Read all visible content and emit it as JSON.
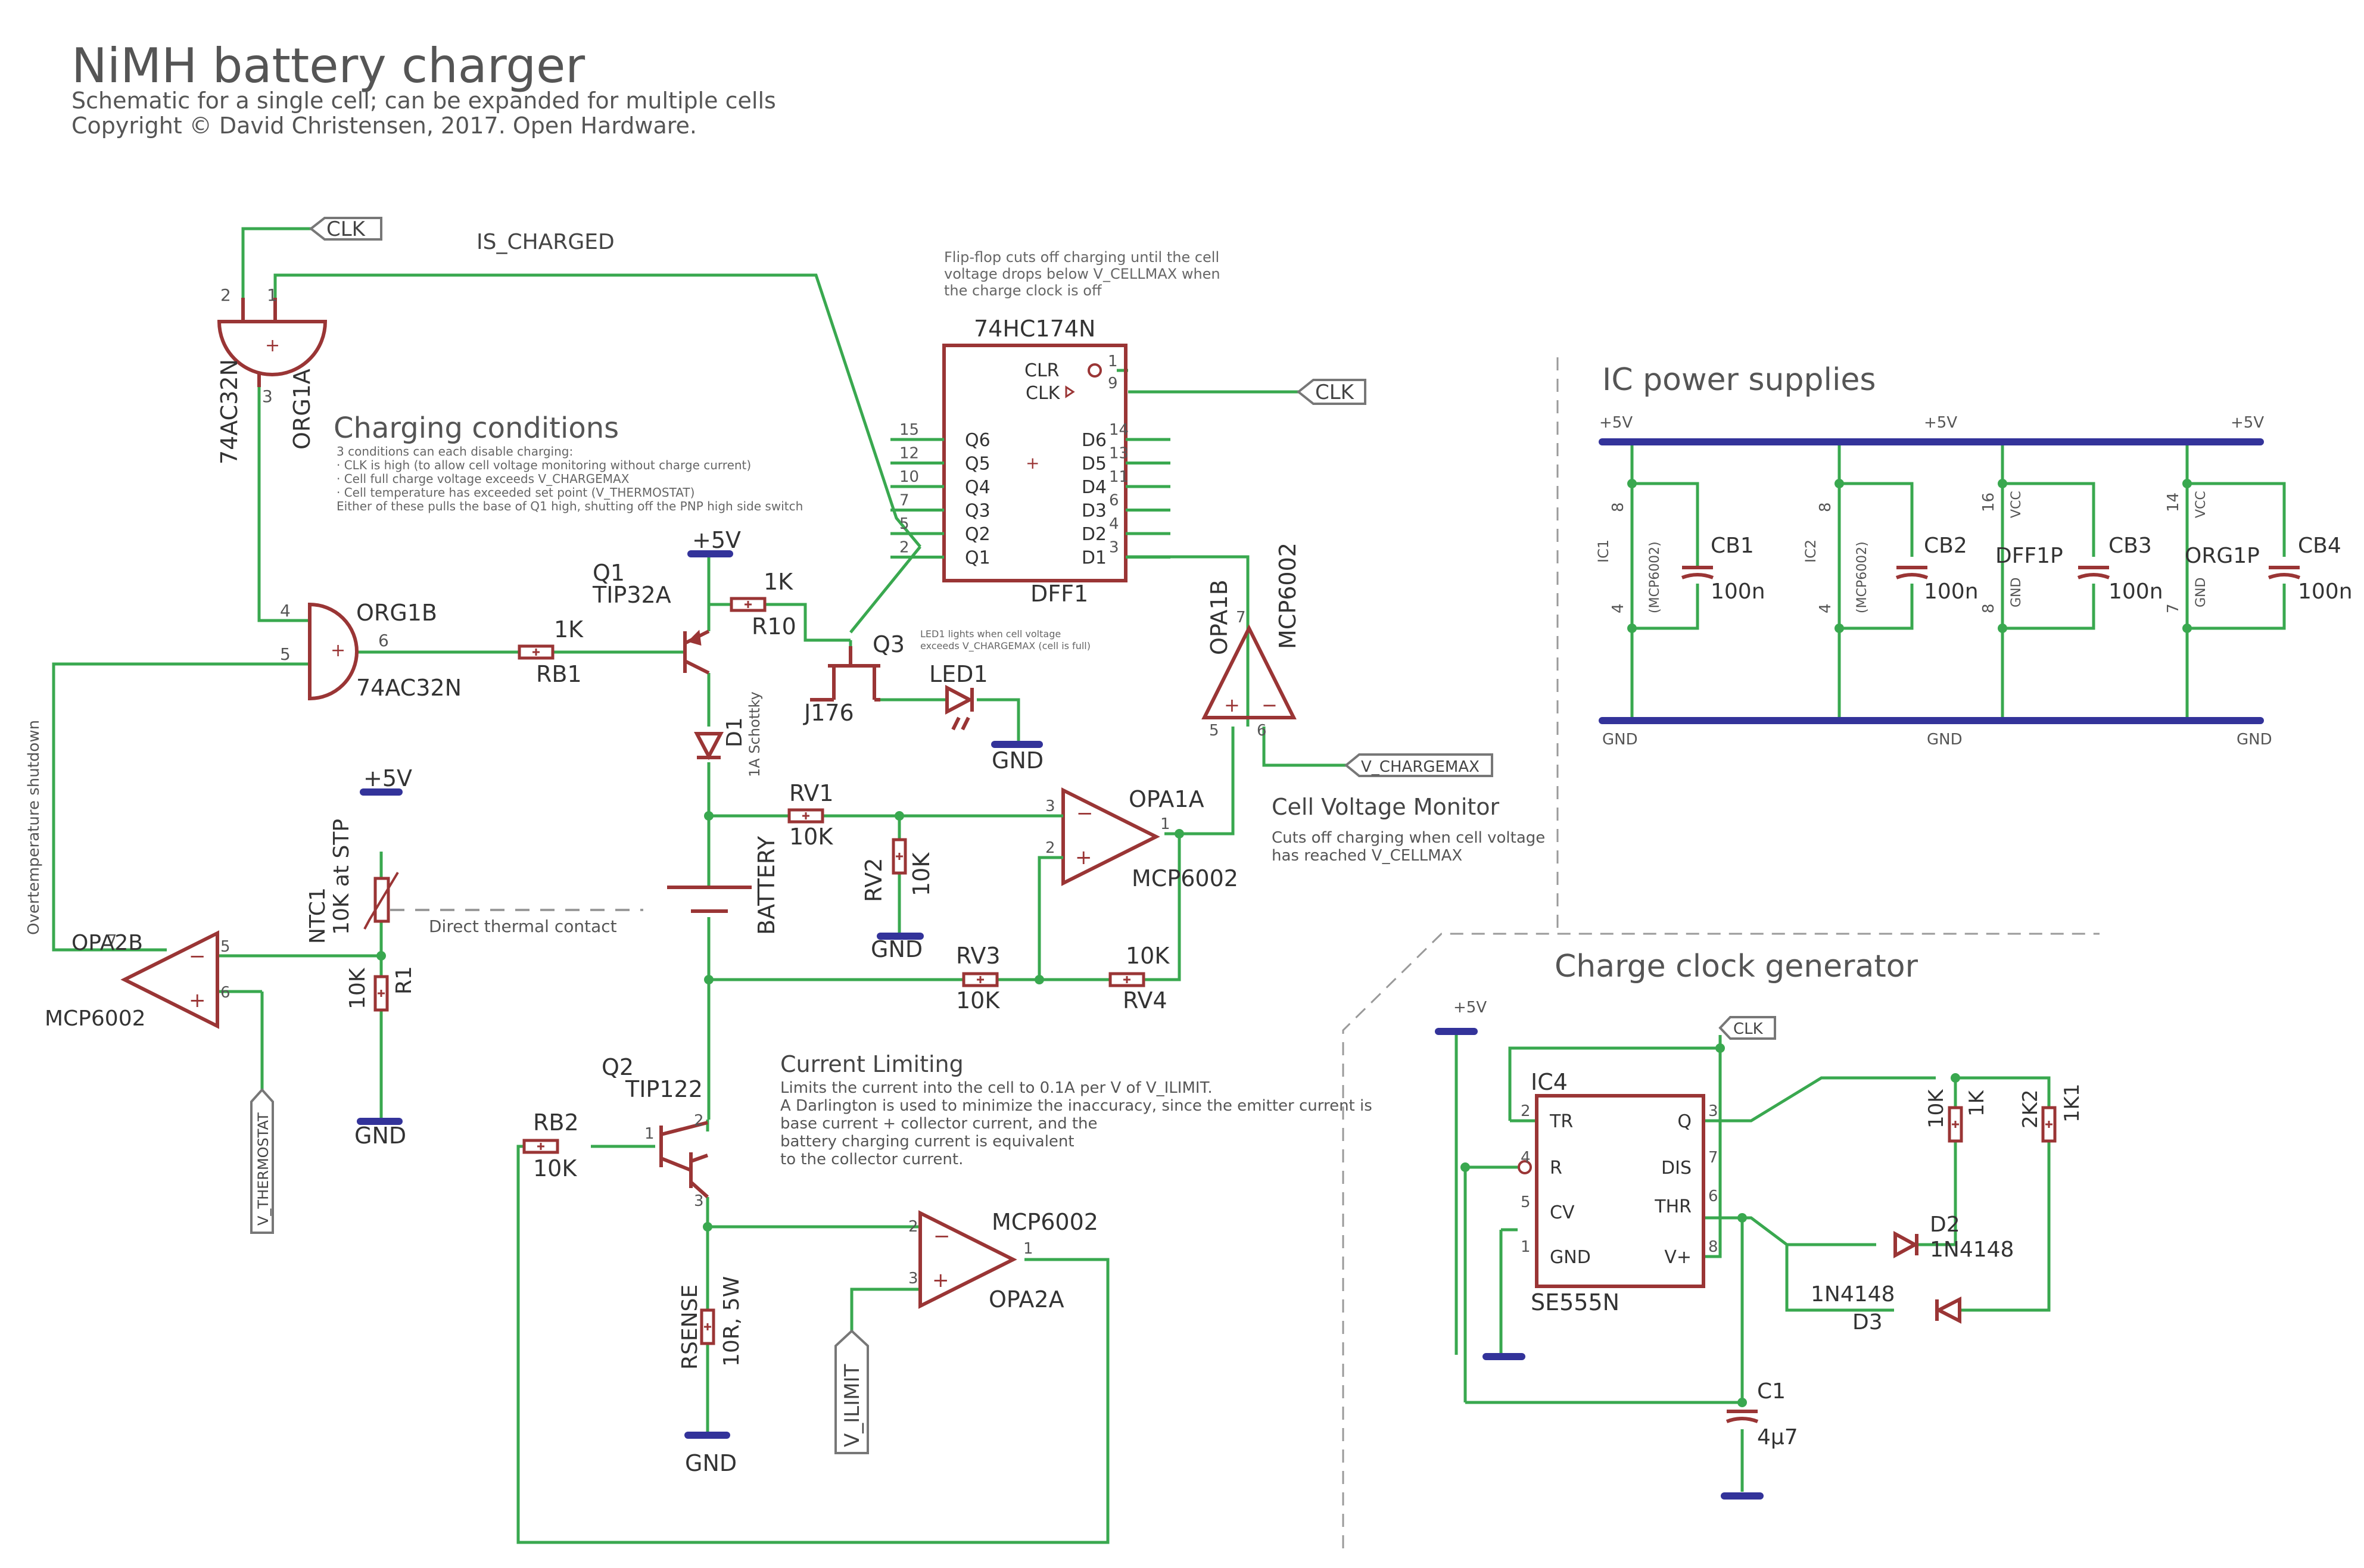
{
  "header": {
    "title": "NiMH battery charger",
    "subtitle": "Schematic for a single cell; can be expanded for multiple cells",
    "copyright": "Copyright © David Christensen, 2017. Open Hardware."
  },
  "colors": {
    "wire": "#39a84f",
    "part": "#9a3535",
    "bus": "#33339a",
    "text": "#3a3a3a",
    "note": "#555555",
    "dash": "#9a9a9a"
  },
  "notes": {
    "charging_title": "Charging conditions",
    "charging_lines": [
      "3 conditions can each disable charging:",
      "  · CLK is high (to allow cell voltage monitoring without charge current)",
      "  · Cell full charge voltage exceeds V_CHARGEMAX",
      "  · Cell temperature has exceeded set point (V_THERMOSTAT)",
      "Either of these pulls the base of Q1 high, shutting off the PNP high side switch"
    ],
    "flipflop_lines": [
      "Flip-flop cuts off charging until the cell",
      "voltage drops below V_CELLMAX when",
      "the charge clock is off"
    ],
    "led_lines": [
      "LED1 lights when cell voltage",
      "exceeds V_CHARGEMAX (cell is full)"
    ],
    "cvm_title": "Cell Voltage Monitor",
    "cvm_lines": [
      "Cuts off charging when cell voltage",
      "has reached V_CELLMAX"
    ],
    "cl_title": "Current Limiting",
    "cl_lines": [
      "Limits the current into the cell to 0.1A per V of V_ILIMIT.",
      "A Darlington is used to minimize the inaccuracy, since the emitter current is",
      "base current + collector current, and the",
      "battery charging current is equivalent",
      "to the collector current."
    ],
    "ic_power_title": "IC power supplies",
    "clock_title": "Charge clock generator",
    "thermal_contact": "Direct thermal contact",
    "overtemp": "Overtemperature shutdown"
  },
  "nets": {
    "clk": "CLK",
    "is_charged": "IS_CHARGED",
    "v_chargemax": "V_CHARGEMAX",
    "v_thermostat": "V_THERMOSTAT",
    "v_ilimit": "V_ILIMIT",
    "vcc": "+5V",
    "gnd": "GND",
    "vcc_pin": "VCC"
  },
  "parts": {
    "org1a": {
      "name": "ORG1A",
      "value": "74AC32N",
      "pins": [
        "1",
        "2",
        "3"
      ]
    },
    "org1b": {
      "name": "ORG1B",
      "value": "74AC32N",
      "pins": [
        "4",
        "5",
        "6"
      ]
    },
    "q1": {
      "name": "Q1",
      "value": "TIP32A"
    },
    "q2": {
      "name": "Q2",
      "value": "TIP122",
      "pins": [
        "1",
        "2",
        "3"
      ]
    },
    "q3": {
      "name": "Q3",
      "value": "J176"
    },
    "r10": {
      "name": "R10",
      "value": "1K"
    },
    "rb1": {
      "name": "RB1",
      "value": "1K"
    },
    "rb2": {
      "name": "RB2",
      "value": "10K"
    },
    "led1": {
      "name": "LED1"
    },
    "d1": {
      "name": "D1",
      "value": "1A Schottky"
    },
    "battery": {
      "name": "BATTERY"
    },
    "rv1": {
      "name": "RV1",
      "value": "10K"
    },
    "rv2": {
      "name": "RV2",
      "value": "10K"
    },
    "rv3": {
      "name": "RV3",
      "value": "10K"
    },
    "rv4": {
      "name": "RV4",
      "value": "10K"
    },
    "ntc1": {
      "name": "NTC1",
      "value": "10K at STP"
    },
    "r1": {
      "name": "R1",
      "value": "10K"
    },
    "rsense": {
      "name": "RSENSE",
      "value": "10R, 5W"
    },
    "opa1a": {
      "name": "OPA1A",
      "value": "MCP6002",
      "pins": [
        "3",
        "2",
        "1"
      ]
    },
    "opa1b": {
      "name": "OPA1B",
      "value": "MCP6002",
      "pins": [
        "5",
        "6",
        "7"
      ]
    },
    "opa2a": {
      "name": "OPA2A",
      "value": "MCP6002",
      "pins": [
        "2",
        "3",
        "1"
      ]
    },
    "opa2b": {
      "name": "OPA2B",
      "value": "MCP6002",
      "pins": [
        "5",
        "6",
        "7"
      ]
    },
    "dff1": {
      "name": "DFF1",
      "value": "74HC174N",
      "left": [
        [
          "15",
          "Q6"
        ],
        [
          "12",
          "Q5"
        ],
        [
          "10",
          "Q4"
        ],
        [
          "7",
          "Q3"
        ],
        [
          "5",
          "Q2"
        ],
        [
          "2",
          "Q1"
        ]
      ],
      "right": [
        [
          "14",
          "D6"
        ],
        [
          "13",
          "D5"
        ],
        [
          "11",
          "D4"
        ],
        [
          "6",
          "D3"
        ],
        [
          "4",
          "D2"
        ],
        [
          "3",
          "D1"
        ]
      ],
      "clr": [
        "1",
        "CLR"
      ],
      "clk": [
        "9",
        "CLK"
      ]
    },
    "ic4": {
      "name": "IC4",
      "value": "SE555N",
      "left": [
        [
          "2",
          "TR"
        ],
        [
          "4",
          "R"
        ],
        [
          "5",
          "CV"
        ],
        [
          "1",
          "GND"
        ]
      ],
      "right": [
        [
          "3",
          "Q"
        ],
        [
          "7",
          "DIS"
        ],
        [
          "6",
          "THR"
        ],
        [
          "8",
          "V+"
        ]
      ]
    },
    "d2": {
      "name": "D2",
      "value": "1N4148"
    },
    "d3": {
      "name": "D3",
      "value": "1N4148"
    },
    "r_10k": {
      "value": "10K",
      "name": "1K"
    },
    "r_2k2": {
      "value": "2K2",
      "name": "1K1"
    },
    "c1": {
      "name": "C1",
      "value": "4µ7"
    },
    "cb1": {
      "name": "CB1",
      "value": "100n"
    },
    "cb2": {
      "name": "CB2",
      "value": "100n"
    },
    "cb3": {
      "name": "CB3",
      "value": "100n"
    },
    "cb4": {
      "name": "CB4",
      "value": "100n"
    },
    "ic_supplies": [
      {
        "label": "IC1",
        "value": "(MCP6002)",
        "pins": [
          "8",
          "4"
        ]
      },
      {
        "label": "IC2",
        "value": "(MCP6002)",
        "pins": [
          "8",
          "4"
        ]
      },
      {
        "label": "DFF1P",
        "pins": [
          "16",
          "8"
        ]
      },
      {
        "label": "ORG1P",
        "pins": [
          "14",
          "7"
        ]
      }
    ]
  }
}
